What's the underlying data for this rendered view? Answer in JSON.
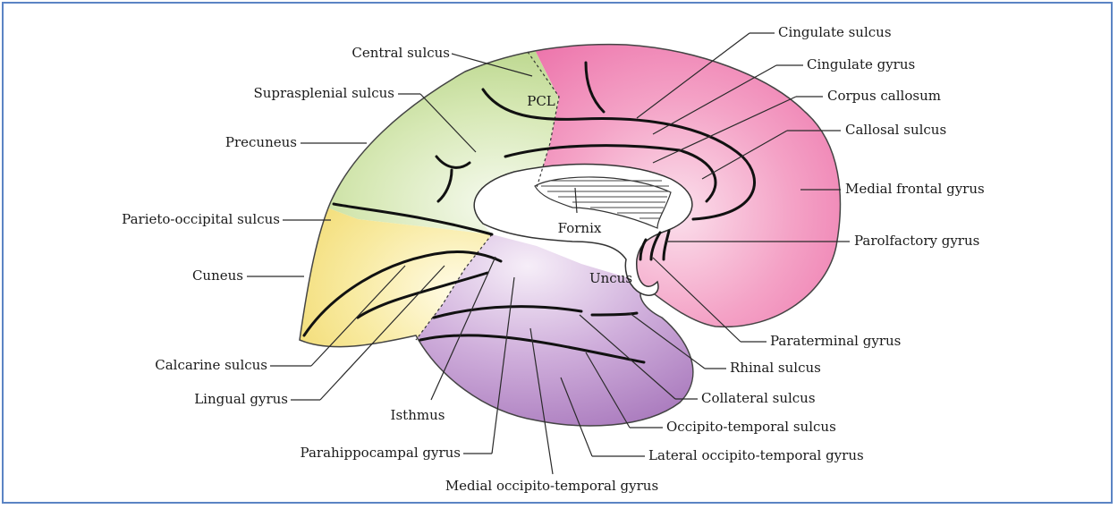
{
  "diagram": {
    "colors": {
      "frontal": "#f07fb0",
      "parietal": "#c9dfa0",
      "occipital": "#f6e58a",
      "temporal": "#b98ac6",
      "border": "#5b84c4"
    },
    "labels": {
      "central_sulcus": "Central sulcus",
      "suprasplenial_sulcus": "Suprasplenial sulcus",
      "precuneus": "Precuneus",
      "parieto_occipital_sulcus": "Parieto-occipital sulcus",
      "cuneus": "Cuneus",
      "calcarine_sulcus": "Calcarine sulcus",
      "lingual_gyrus": "Lingual gyrus",
      "isthmus": "Isthmus",
      "parahippocampal_gyrus": "Parahippocampal gyrus",
      "medial_occipito_temporal_gyrus": "Medial occipito-temporal gyrus",
      "lateral_occipito_temporal_gyrus": "Lateral occipito-temporal gyrus",
      "occipito_temporal_sulcus": "Occipito-temporal sulcus",
      "collateral_sulcus": "Collateral sulcus",
      "rhinal_sulcus": "Rhinal sulcus",
      "paraterminal_gyrus": "Paraterminal gyrus",
      "parolfactory_gyrus": "Parolfactory gyrus",
      "medial_frontal_gyrus": "Medial frontal gyrus",
      "callosal_sulcus": "Callosal sulcus",
      "corpus_callosum": "Corpus callosum",
      "cingulate_gyrus": "Cingulate gyrus",
      "cingulate_sulcus": "Cingulate sulcus",
      "pcl": "PCL",
      "fornix": "Fornix",
      "uncus": "Uncus"
    }
  }
}
